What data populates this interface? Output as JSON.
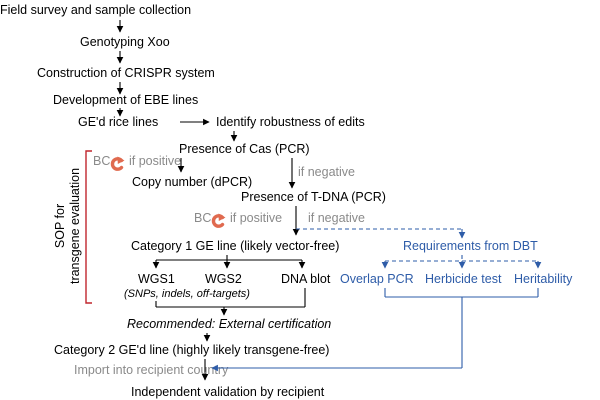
{
  "colors": {
    "text": "#000000",
    "blue": "#2e5ca8",
    "gray": "#8a8a8a",
    "red": "#c0262d",
    "loop": "#e06a4f"
  },
  "nodes": {
    "field_survey": "Field survey and sample collection",
    "genotyping": "Genotyping Xoo",
    "crispr": "Construction of CRISPR system",
    "ebe": "Development of EBE lines",
    "ge_rice": "GE'd rice lines",
    "robustness": "Identify robustness of edits",
    "cas": "Presence of Cas (PCR)",
    "copy_number": "Copy number (dPCR)",
    "tdna": "Presence of T-DNA (PCR)",
    "category1": "Category 1 GE line (likely vector-free)",
    "wgs1": "WGS1",
    "wgs2": "WGS2",
    "dna_blot": "DNA blot",
    "wgs_note": "(SNPs, indels, off-targets)",
    "recommended": "Recommended: External certification",
    "category2": "Category 2 GE'd line (highly likely transgene-free)",
    "import": "Import into recipient country",
    "validation": "Independent validation by recipient",
    "dbt": "Requirements from DBT",
    "overlap_pcr": "Overlap PCR",
    "herbicide": "Herbicide test",
    "heritability": "Heritability"
  },
  "labels": {
    "bc1": "BC",
    "if_positive_1": "if positive",
    "if_negative_1": "if negative",
    "bc2": "BC",
    "if_positive_2": "if positive",
    "if_negative_2": "if negative",
    "sop_line1": "SOP for",
    "sop_line2": "transgene evaluation"
  },
  "icons": {
    "backcross_loop": "circular-arrow-icon"
  }
}
